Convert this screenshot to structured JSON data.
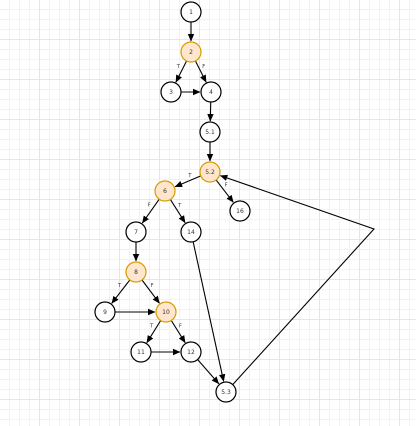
{
  "colors": {
    "node_stroke": "#000000",
    "node_fill": "#ffffff",
    "highlight_stroke": "#d79b00",
    "highlight_fill": "#ffe6cc",
    "edge": "#000000"
  },
  "nodes": [
    {
      "id": "n1",
      "label": "1",
      "highlight": false
    },
    {
      "id": "n2",
      "label": "2",
      "highlight": true
    },
    {
      "id": "n3",
      "label": "3",
      "highlight": false
    },
    {
      "id": "n4",
      "label": "4",
      "highlight": false
    },
    {
      "id": "n51",
      "label": "5.1",
      "highlight": false
    },
    {
      "id": "n52",
      "label": "5.2",
      "highlight": true
    },
    {
      "id": "n6",
      "label": "6",
      "highlight": true
    },
    {
      "id": "n16",
      "label": "16",
      "highlight": false
    },
    {
      "id": "n7",
      "label": "7",
      "highlight": false
    },
    {
      "id": "n14",
      "label": "14",
      "highlight": false
    },
    {
      "id": "n8",
      "label": "8",
      "highlight": true
    },
    {
      "id": "n9",
      "label": "9",
      "highlight": false
    },
    {
      "id": "n10",
      "label": "10",
      "highlight": true
    },
    {
      "id": "n11",
      "label": "11",
      "highlight": false
    },
    {
      "id": "n12",
      "label": "12",
      "highlight": false
    },
    {
      "id": "n53",
      "label": "5.3",
      "highlight": false
    }
  ],
  "edges": [
    {
      "from": "n1",
      "to": "n2",
      "label": ""
    },
    {
      "from": "n2",
      "to": "n3",
      "label": "T"
    },
    {
      "from": "n2",
      "to": "n4",
      "label": "F"
    },
    {
      "from": "n3",
      "to": "n4",
      "label": ""
    },
    {
      "from": "n4",
      "to": "n51",
      "label": ""
    },
    {
      "from": "n51",
      "to": "n52",
      "label": ""
    },
    {
      "from": "n52",
      "to": "n6",
      "label": "T"
    },
    {
      "from": "n52",
      "to": "n16",
      "label": "F"
    },
    {
      "from": "n6",
      "to": "n7",
      "label": "F"
    },
    {
      "from": "n6",
      "to": "n14",
      "label": "T"
    },
    {
      "from": "n7",
      "to": "n8",
      "label": ""
    },
    {
      "from": "n8",
      "to": "n9",
      "label": "T"
    },
    {
      "from": "n8",
      "to": "n10",
      "label": "F"
    },
    {
      "from": "n9",
      "to": "n10",
      "label": ""
    },
    {
      "from": "n10",
      "to": "n11",
      "label": "T"
    },
    {
      "from": "n10",
      "to": "n12",
      "label": "F"
    },
    {
      "from": "n11",
      "to": "n12",
      "label": ""
    },
    {
      "from": "n12",
      "to": "n53",
      "label": ""
    },
    {
      "from": "n14",
      "to": "n53",
      "label": ""
    },
    {
      "from": "n53",
      "to": "n52",
      "label": "",
      "via": "loop"
    }
  ]
}
